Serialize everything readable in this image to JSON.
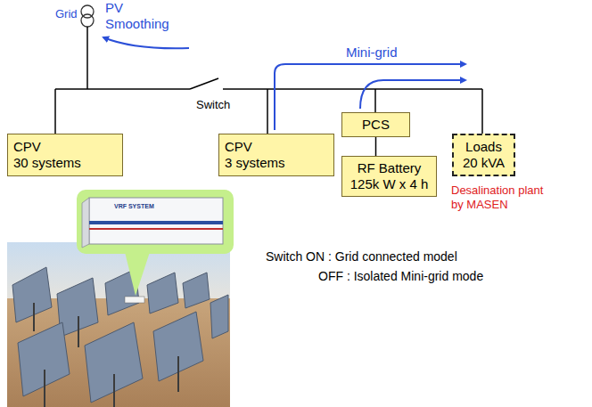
{
  "diagram": {
    "nodes": [
      {
        "text": [
          "CPV",
          "30 systems"
        ]
      },
      {
        "text": [
          "CPV",
          "3 systems"
        ]
      },
      {
        "text": [
          "PCS"
        ]
      },
      {
        "text": [
          "RF Battery",
          "125k W x 4 h"
        ]
      },
      {
        "text": [
          "Loads",
          "20 kVA"
        ]
      }
    ],
    "edges": [
      {
        "from": 2,
        "to": 3,
        "arrow": "none"
      }
    ],
    "labels": [
      "Grid",
      "PV Smoothing",
      "Mini-grid",
      "Switch",
      "Desalination plant by MASEN",
      "Switch ON : Grid connected model",
      "OFF : Isolated Mini-grid mode",
      "VRF SYSTEM"
    ]
  }
}
